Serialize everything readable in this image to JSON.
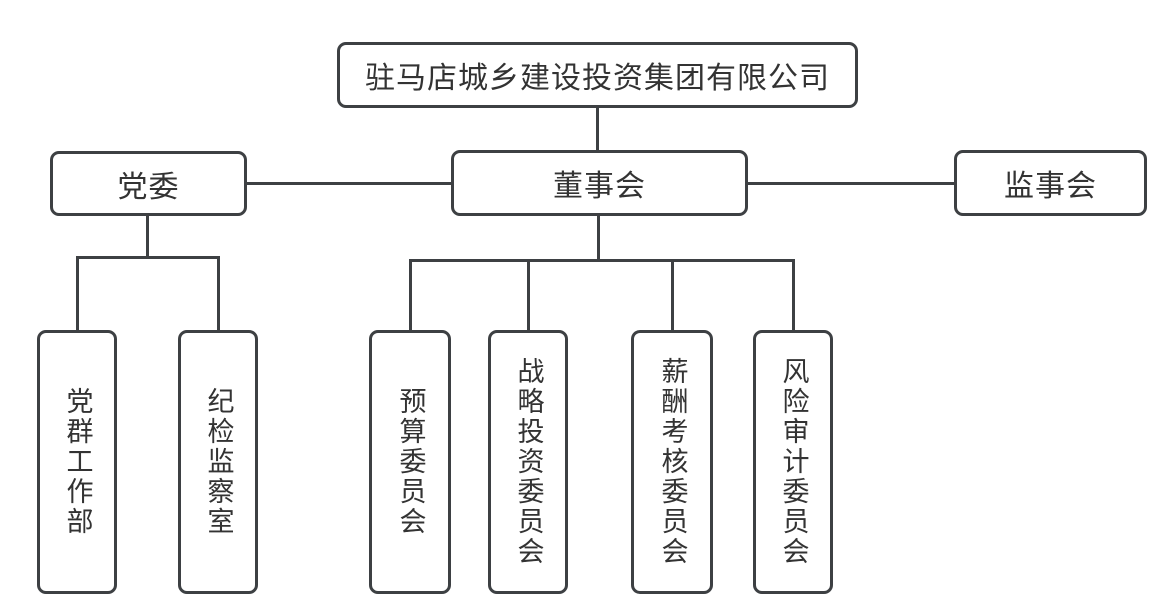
{
  "org_chart": {
    "type": "org-chart",
    "root": {
      "label": "驻马店城乡建设投资集团有限公司"
    },
    "level2": {
      "party_committee": {
        "label": "党委"
      },
      "board_of_directors": {
        "label": "董事会"
      },
      "supervisory_board": {
        "label": "监事会"
      }
    },
    "party_departments": [
      {
        "label": "党群工作部"
      },
      {
        "label": "纪检监察室"
      }
    ],
    "board_committees": [
      {
        "label": "预算委员会"
      },
      {
        "label": "战略投资委员会"
      },
      {
        "label": "薪酬考核委员会"
      },
      {
        "label": "风险审计委员会"
      }
    ],
    "colors": {
      "line": "#3d4043",
      "text": "#333333",
      "node_background": "#ffffff"
    }
  }
}
